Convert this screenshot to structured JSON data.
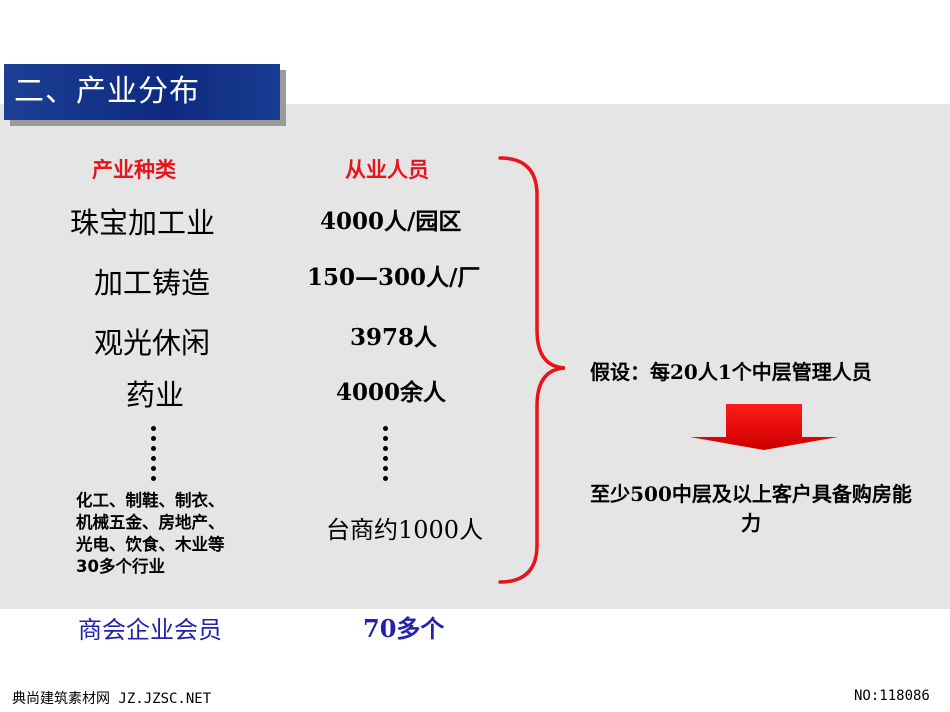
{
  "title": "二、产业分布",
  "headers": {
    "industry": "产业种类",
    "employees": "从业人员"
  },
  "rows": [
    {
      "industry": "珠宝加工业",
      "employees": "4000人/园区"
    },
    {
      "industry": "加工铸造",
      "employees": "150—300人/厂"
    },
    {
      "industry": "观光休闲",
      "employees": "3978人"
    },
    {
      "industry": "药业",
      "employees": "4000余人"
    }
  ],
  "other_industries": [
    "化工、制鞋、制衣、",
    "机械五金、房地产、",
    "光电、饮食、木业等",
    "30多个行业"
  ],
  "taiwan_merchants": "台商约1000人",
  "assumption": "假设：每20人1个中层管理人员",
  "conclusion": "至少500中层及以上客户具备购房能力",
  "footer": {
    "label": "商会企业会员",
    "value": "70多个"
  },
  "watermark": {
    "left": "典尚建筑素材网 JZ.JZSC.NET",
    "right": "NO:118086"
  },
  "colors": {
    "title_bg": "#0d2a80",
    "header_red": "#e8141c",
    "footer_blue": "#2222aa",
    "panel": "#e5e5e5"
  }
}
